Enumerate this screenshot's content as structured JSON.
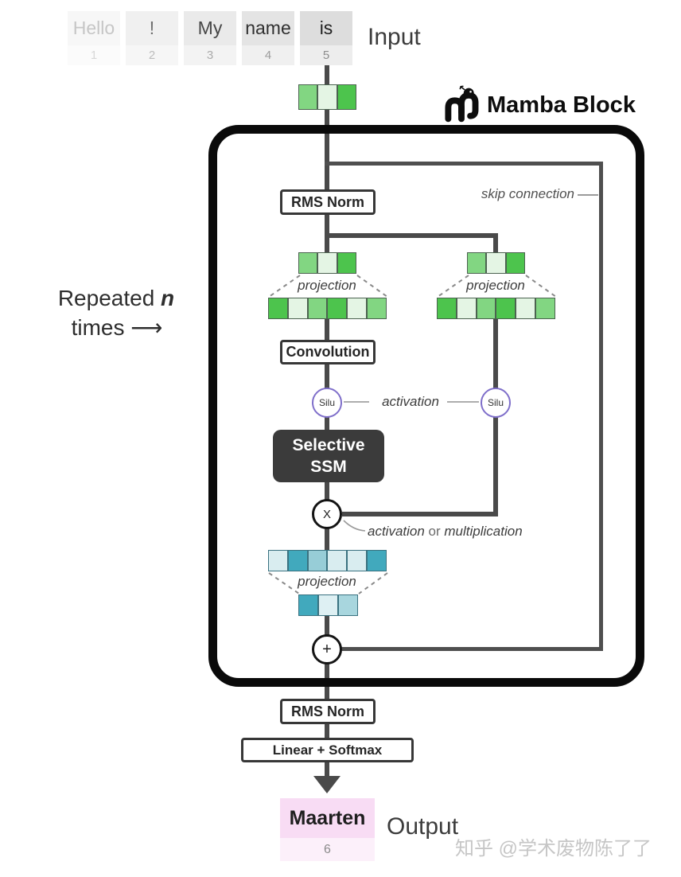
{
  "input": {
    "label": "Input",
    "tokens": [
      {
        "text": "Hello",
        "index": "1",
        "token_style": "background:#f7f7f7;color:#c6c6c6",
        "index_style": "background:#fbfbfb;color:#d8d8d8"
      },
      {
        "text": "!",
        "index": "2",
        "token_style": "background:#f0f0f0;color:#6f6f6f",
        "index_style": "background:#f6f6f6;color:#bdbdbd"
      },
      {
        "text": "My",
        "index": "3",
        "token_style": "background:#eaeaea;color:#474747",
        "index_style": "background:#f3f3f3;color:#ababab"
      },
      {
        "text": "name",
        "index": "4",
        "token_style": "background:#e4e4e4;color:#303030",
        "index_style": "background:#f0f0f0;color:#9d9d9d"
      },
      {
        "text": "is",
        "index": "5",
        "token_style": "background:#dddddd;color:#1f1f1f",
        "index_style": "background:#ededed;color:#8c8c8c"
      }
    ]
  },
  "mamba": {
    "title": "Mamba Block"
  },
  "repeated": {
    "line1_prefix": "Repeated",
    "n": "n",
    "line2": "times",
    "arrow": "⟶"
  },
  "labels": {
    "skip": "skip connection",
    "projection": "projection",
    "activation": "activation",
    "gate_a": "activation",
    "gate_or": " or ",
    "gate_b": "multiplication"
  },
  "nodes": {
    "rms_norm_top": "RMS Norm",
    "convolution": "Convolution",
    "silu_left": "Silu",
    "silu_right": "Silu",
    "ssm_line1": "Selective",
    "ssm_line2": "SSM",
    "multiply": "X",
    "add": "+",
    "rms_norm_bottom": "RMS Norm",
    "linear_softmax": "Linear + Softmax"
  },
  "output": {
    "label": "Output",
    "token": "Maarten",
    "index": "6"
  },
  "watermark": "知乎 @学术废物陈了了",
  "vectors": {
    "embedding": [
      "#82d682",
      "#e4f5e4",
      "#4dc44d"
    ],
    "proj_green_small": [
      "#82d682",
      "#e4f5e4",
      "#4dc44d"
    ],
    "proj_green_wide": [
      "#4dc44d",
      "#e4f5e4",
      "#82d682",
      "#4dc44d",
      "#e4f5e4",
      "#82d682"
    ],
    "gate_teal_wide": [
      "#d9edf0",
      "#41a9bd",
      "#97cdd7",
      "#d9edf0",
      "#d9edf0",
      "#41a9bd"
    ],
    "gate_teal_small": [
      "#41a9bd",
      "#def0f3",
      "#a8d6de"
    ]
  },
  "colors": {
    "line": "#4a4a4a",
    "silu_border": "#7f6fca",
    "ssm_bg": "#3b3b3b",
    "output_pink": "#f8dcf4",
    "output_pink_light": "#fcf0fa"
  }
}
